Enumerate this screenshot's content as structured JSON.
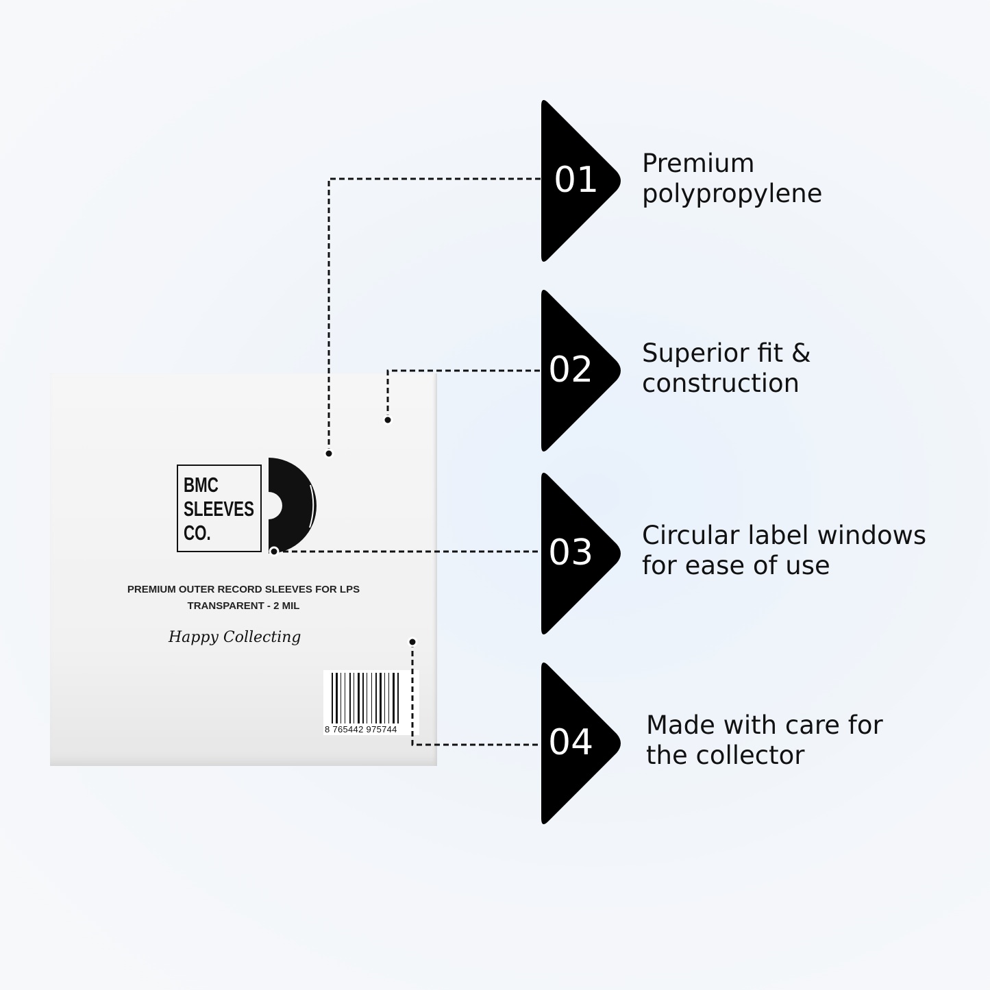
{
  "product": {
    "brand_lines": [
      "BMC",
      "SLEEVES",
      "CO."
    ],
    "title_line1": "PREMIUM OUTER RECORD SLEEVES FOR LPS",
    "title_line2": "TRANSPARENT - 2  MIL",
    "tagline": "Happy Collecting",
    "barcode_number": "8  765442  975744"
  },
  "features": [
    {
      "number": "01",
      "line1": "Premium",
      "line2": "polypropylene"
    },
    {
      "number": "02",
      "line1": "Superior fit &",
      "line2": "construction"
    },
    {
      "number": "03",
      "line1": "Circular label windows",
      "line2": "for ease of use"
    },
    {
      "number": "04",
      "line1": "Made with care for",
      "line2": "the collector"
    }
  ],
  "colors": {
    "accent": "#000000",
    "background": "#f0f4f9",
    "text": "#111111"
  }
}
